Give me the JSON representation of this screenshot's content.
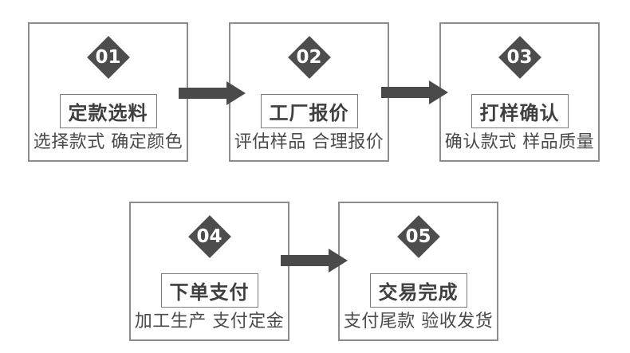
{
  "diagram": {
    "steps": [
      {
        "number": "01",
        "title": "定款选料",
        "subtitle": "选择款式 确定颜色"
      },
      {
        "number": "02",
        "title": "工厂报价",
        "subtitle": "评估样品 合理报价"
      },
      {
        "number": "03",
        "title": "打样确认",
        "subtitle": "确认款式 样品质量"
      },
      {
        "number": "04",
        "title": "下单支付",
        "subtitle": "加工生产 支付定金"
      },
      {
        "number": "05",
        "title": "交易完成",
        "subtitle": "支付尾款 验收发货"
      }
    ],
    "flow": [
      {
        "from": "01",
        "to": "02"
      },
      {
        "from": "02",
        "to": "03"
      },
      {
        "from": "04",
        "to": "05"
      }
    ],
    "colors": {
      "background": "#ffffff",
      "box_border": "#8c8c8c",
      "diamond_fill": "#4d4d4d",
      "number_text": "#ffffff",
      "arrow_fill": "#4a4a4a",
      "title_text": "#3f3f3f",
      "subtitle_text": "#4a4a4a"
    }
  }
}
